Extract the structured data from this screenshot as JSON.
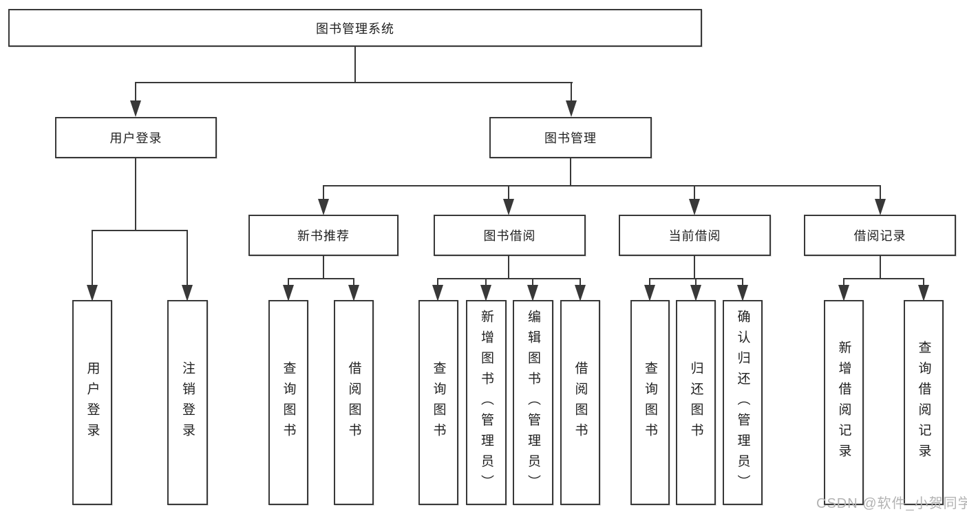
{
  "page": {
    "background": "#ffffff",
    "line_color": "#383838",
    "text_color": "#1f1f1f",
    "watermark_color": "#b3b3b3"
  },
  "diagram": {
    "type": "hierarchy-tree",
    "root": "图书管理系统",
    "level2": {
      "user_login": "用户登录",
      "book_mgmt": "图书管理"
    },
    "level3": {
      "new_rec": "新书推荐",
      "borrow": "图书借阅",
      "current": "当前借阅",
      "record": "借阅记录"
    },
    "leaves": {
      "user_login_1": "用户登录",
      "user_login_2": "注销登录",
      "new_rec_1": "查询图书",
      "new_rec_2": "借阅图书",
      "borrow_1": "查询图书",
      "borrow_2": "新增图书（管理员）",
      "borrow_3": "编辑图书（管理员）",
      "borrow_4": "借阅图书",
      "current_1": "查询图书",
      "current_2": "归还图书",
      "current_3": "确认归还（管理员）",
      "record_1": "新增借阅记录",
      "record_2": "查询借阅记录"
    }
  },
  "watermark": "CSDN @软件_小贺同学"
}
